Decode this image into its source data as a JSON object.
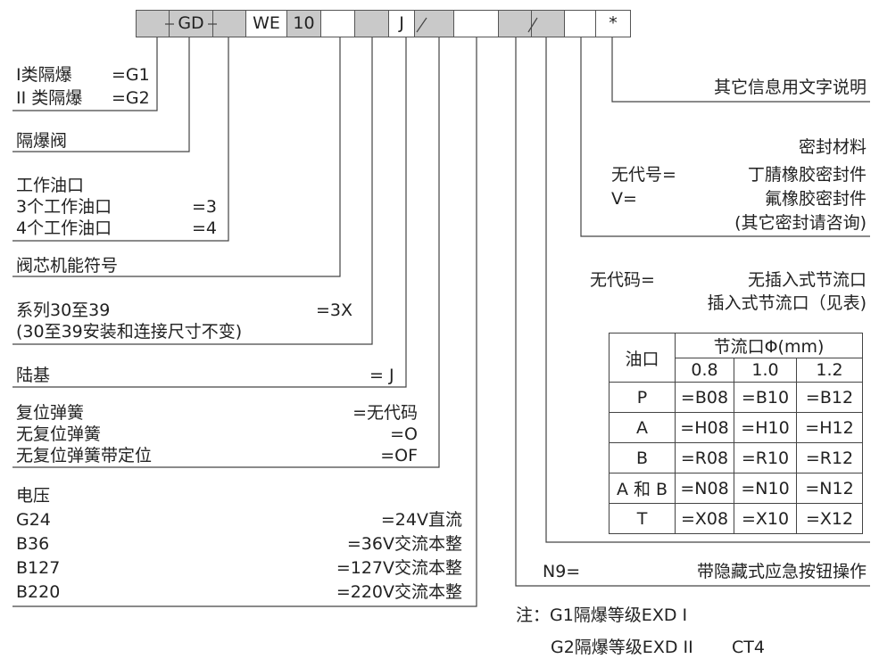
{
  "code": {
    "gd": "GD",
    "we": "WE",
    "num": "10",
    "j": "J",
    "slash1": "/",
    "slash2": "/",
    "star": "*"
  },
  "left": {
    "explosion": {
      "l1": "I类隔爆",
      "v1": "=G1",
      "l2": "II 类隔爆",
      "v2": "=G2"
    },
    "valve": "隔爆阀",
    "ports": {
      "title": "工作油口",
      "l1": "3个工作油口",
      "v1": "=3",
      "l2": "4个工作油口",
      "v2": "=4"
    },
    "spool": "阀芯机能符号",
    "series": {
      "l1": "系列30至39",
      "v1": "=3X",
      "l2": "(30至39安装和连接尺寸不变)"
    },
    "base": {
      "l": "陆基",
      "v": "= J"
    },
    "spring": {
      "l1": "复位弹簧",
      "v1": "=无代码",
      "l2": "无复位弹簧",
      "v2": "=O",
      "l3": "无复位弹簧带定位",
      "v3": "=OF"
    },
    "voltage": {
      "title": "电压",
      "rows": [
        {
          "l": "G24",
          "v": "=24V直流"
        },
        {
          "l": "B36",
          "v": "=36V交流本整"
        },
        {
          "l": "B127",
          "v": "=127V交流本整"
        },
        {
          "l": "B220",
          "v": "=220V交流本整"
        }
      ]
    }
  },
  "right": {
    "other": "其它信息用文字说明",
    "seal": {
      "title": "密封材料",
      "l1": "无代号=",
      "v1": "丁腈橡胶密封件",
      "l2": "V=",
      "v2": "氟橡胶密封件",
      "v3": "(其它密封请咨询)"
    },
    "throttle": {
      "l1": "无代码=",
      "v1": "无插入式节流口",
      "v2": "插入式节流口（见表)"
    },
    "table": {
      "port_header": "油口",
      "group_header": "节流口Φ(mm)",
      "sizes": [
        "0.8",
        "1.0",
        "1.2"
      ],
      "rows": [
        {
          "port": "P",
          "c": [
            "=B08",
            "=B10",
            "=B12"
          ]
        },
        {
          "port": "A",
          "c": [
            "=H08",
            "=H10",
            "=H12"
          ]
        },
        {
          "port": "B",
          "c": [
            "=R08",
            "=R10",
            "=R12"
          ]
        },
        {
          "port": "A 和 B",
          "c": [
            "=N08",
            "=N10",
            "=N12"
          ]
        },
        {
          "port": "T",
          "c": [
            "=X08",
            "=X10",
            "=X12"
          ]
        }
      ]
    },
    "button": {
      "l": "N9=",
      "v": "带隐藏式应急按钮操作"
    }
  },
  "note": {
    "l1": "注：G1隔爆等级EXD Ⅰ",
    "l2": "G2隔爆等级EXD II",
    "l2b": "CT4"
  }
}
